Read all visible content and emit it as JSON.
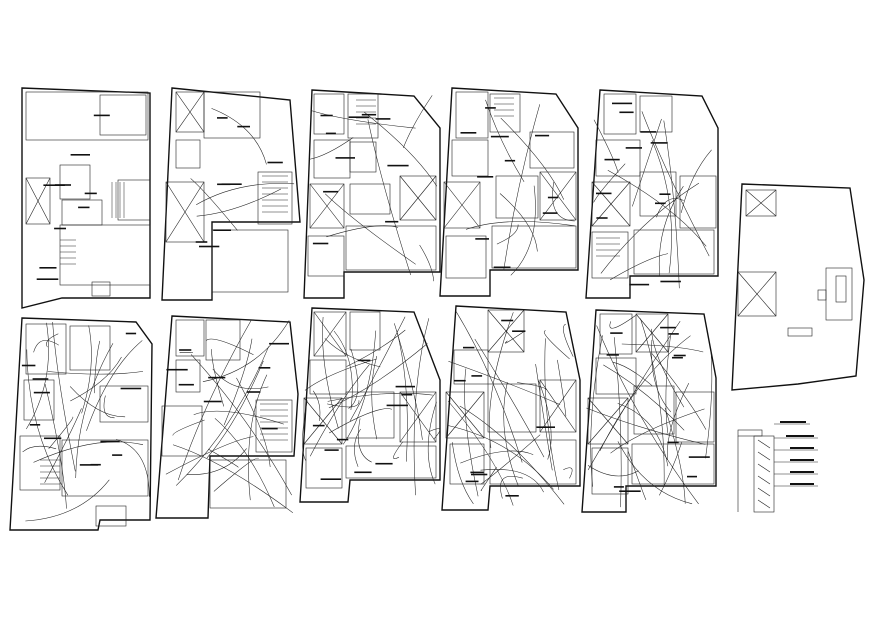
{
  "sheet": {
    "title": "",
    "panels": [
      {
        "id": "p1",
        "wiring": 0,
        "rooms": 9
      },
      {
        "id": "p2",
        "wiring": 1,
        "rooms": 8
      },
      {
        "id": "p3",
        "wiring": 2,
        "rooms": 10
      },
      {
        "id": "p4",
        "wiring": 2,
        "rooms": 10
      },
      {
        "id": "p5",
        "wiring": 3,
        "rooms": 12
      },
      {
        "id": "p6",
        "wiring": 5,
        "rooms": 11
      },
      {
        "id": "p7",
        "wiring": 5,
        "rooms": 9
      },
      {
        "id": "p8",
        "wiring": 6,
        "rooms": 10
      },
      {
        "id": "p9",
        "wiring": 6,
        "rooms": 10
      },
      {
        "id": "p10",
        "wiring": 6,
        "rooms": 11
      },
      {
        "id": "p11",
        "wiring": 0,
        "rooms": 3
      }
    ],
    "detail": {
      "id": "section-detail",
      "callouts": 6
    }
  },
  "colors": {
    "line": "#111111",
    "background": "#ffffff"
  }
}
